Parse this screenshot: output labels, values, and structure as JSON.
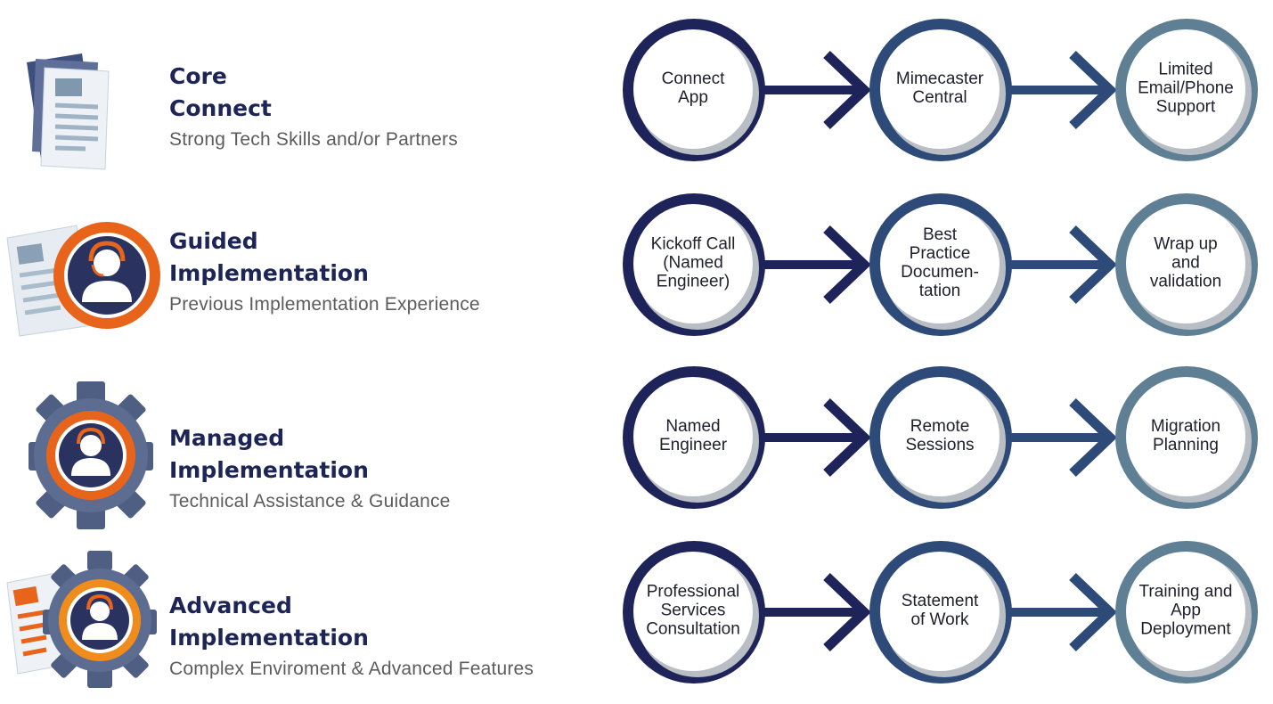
{
  "colors": {
    "navy": "#1e2459",
    "mid_blue": "#2d4a78",
    "slate": "#5f7f95",
    "orange": "#e8641b",
    "title": "#1d2456",
    "subtitle": "#5c5c5c"
  },
  "tiers": [
    {
      "title_line1": "Core",
      "title_line2": "Connect",
      "subtitle": "Strong Tech Skills and/or Partners",
      "icon": "documents-icon",
      "steps": [
        "Connect\nApp",
        "Mimecaster\nCentral",
        "Limited\nEmail/Phone\nSupport"
      ]
    },
    {
      "title_line1": "Guided",
      "title_line2": "Implementation",
      "subtitle": "Previous Implementation Experience",
      "icon": "documents-support-agent-icon",
      "steps": [
        "Kickoff Call\n(Named\nEngineer)",
        "Best\nPractice\nDocumen-\ntation",
        "Wrap up\nand\nvalidation"
      ]
    },
    {
      "title_line1": "Managed",
      "title_line2": "Implementation",
      "subtitle": "Technical Assistance & Guidance",
      "icon": "gear-support-agent-icon",
      "steps": [
        "Named\nEngineer",
        "Remote\nSessions",
        "Migration\nPlanning"
      ]
    },
    {
      "title_line1": "Advanced",
      "title_line2": "Implementation",
      "subtitle": "Complex Enviroment &  Advanced Features",
      "icon": "documents-gear-support-agent-icon",
      "steps": [
        "Professional\nServices\nConsultation",
        "Statement\nof Work",
        "Training and\nApp\nDeployment"
      ]
    }
  ]
}
